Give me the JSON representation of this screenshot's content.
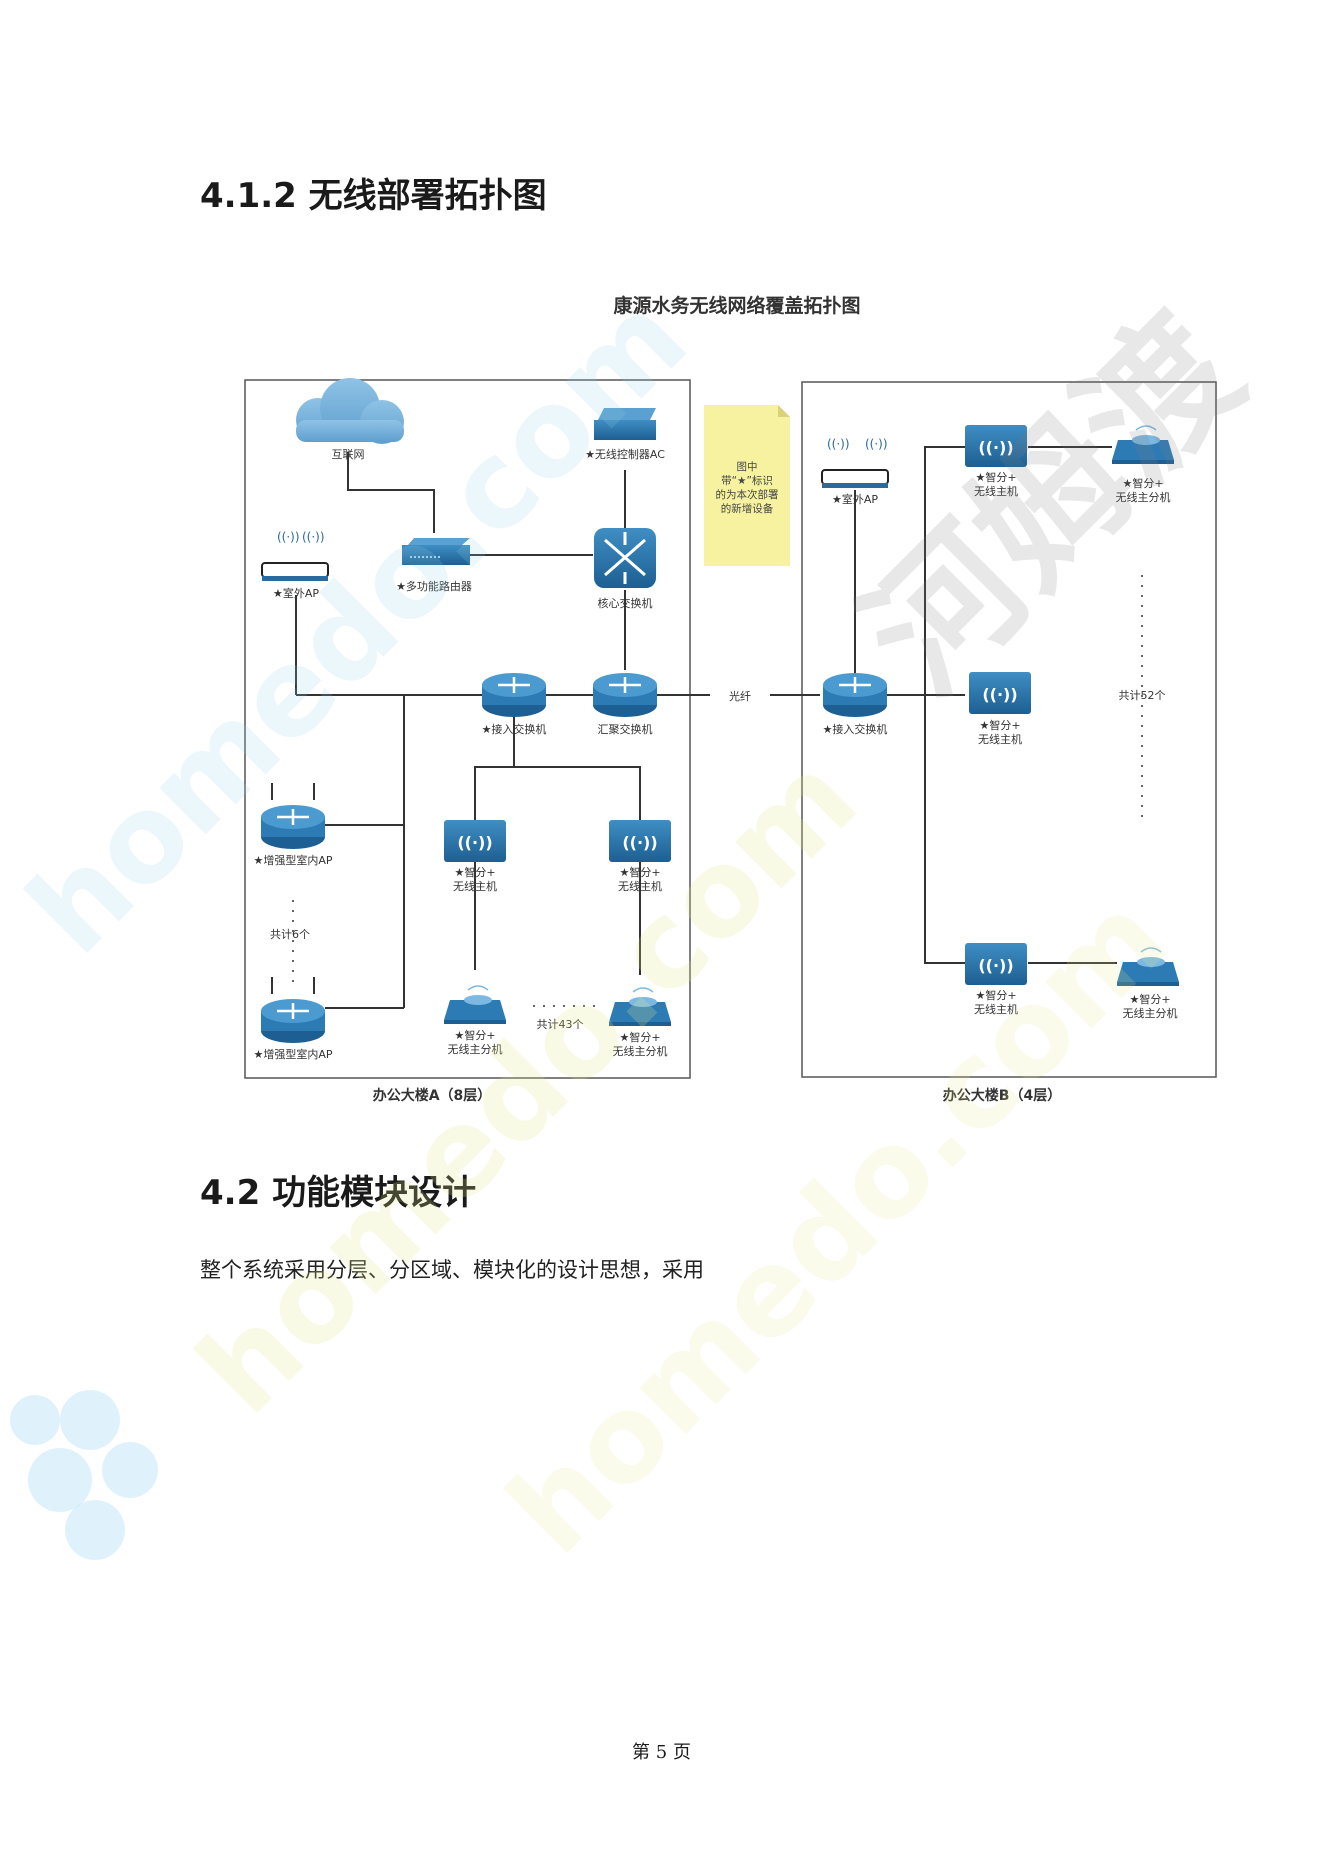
{
  "headings": {
    "h1": "4.1.2 无线部署拓扑图",
    "h2": "4.2 功能模块设计"
  },
  "paragraph": "整个系统采用分层、分区域、模块化的设计思想，采用",
  "footer": {
    "prefix": "第",
    "page": "5",
    "suffix": "页"
  },
  "watermark": {
    "brand": "homedo.com",
    "cn": "河姆渡"
  },
  "diagram": {
    "title": "康源水务无线网络覆盖拓扑图",
    "building_a": "办公大楼A（8层）",
    "building_b": "办公大楼B（4层）",
    "internet": "互联网",
    "ac": "★无线控制器AC",
    "router": "★多功能路由器",
    "core_switch": "核心交换机",
    "agg_switch": "汇聚交换机",
    "access_switch_a": "★接入交换机",
    "access_switch_b": "★接入交换机",
    "outdoor_ap_a": "★室外AP",
    "outdoor_ap_b": "★室外AP",
    "fiber": "光纤",
    "indoor_ap": "★增强型室内AP",
    "indoor_count": "共计6个",
    "host_line1": "★智分+",
    "host_line2": "无线主机",
    "sub_line1": "★智分+",
    "sub_line2": "无线主分机",
    "count_a": "共计43个",
    "count_b": "共计52个",
    "note": [
      "图中",
      "带“★”标识",
      "的为本次部署",
      "的新增设备"
    ]
  }
}
